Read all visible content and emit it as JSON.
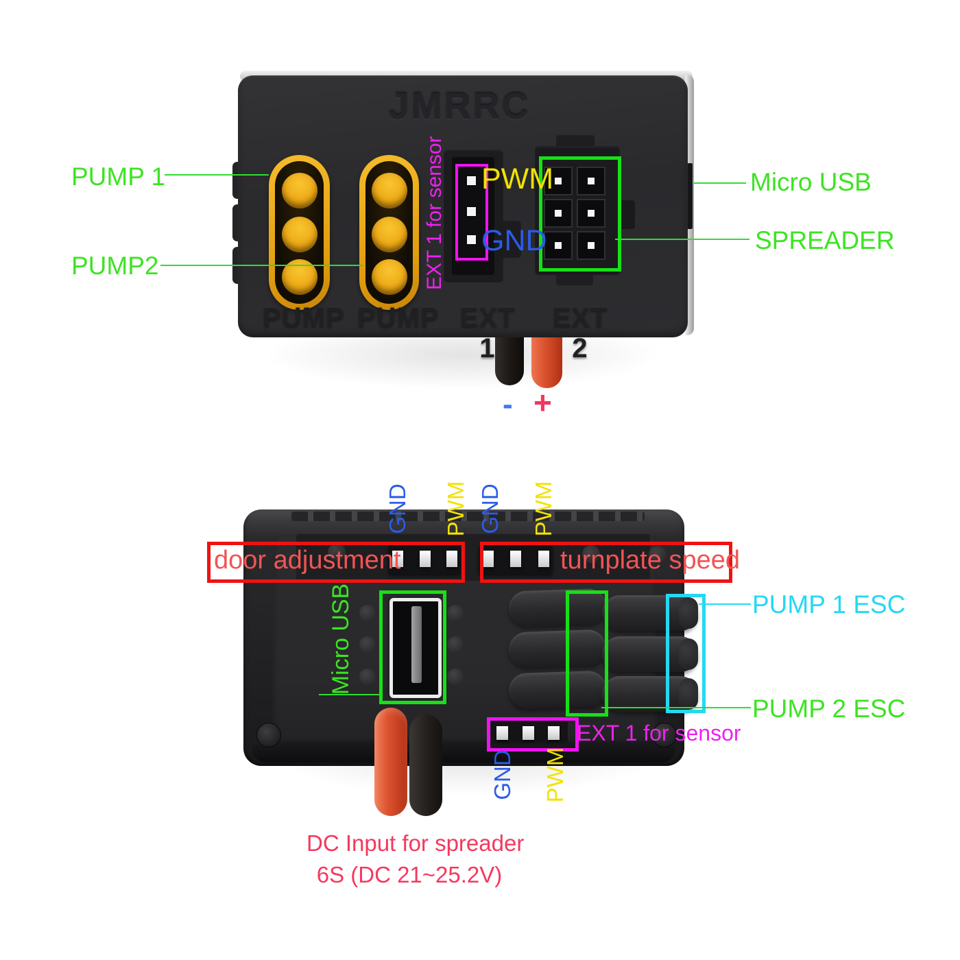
{
  "colors": {
    "callout_green": "#3ce422",
    "box_green": "#17e017",
    "magenta": "#ee22ee",
    "yellow": "#f2e205",
    "blue": "#2b5ce8",
    "box_red": "#f01212",
    "text_red": "#f25454",
    "cyan": "#24d8f2",
    "pink_red": "#f4395e",
    "connector_yellow": "#eeab16"
  },
  "top_view": {
    "brand": "JMRRC",
    "ports": [
      "PUMP",
      "PUMP",
      "EXT 1",
      "EXT 2"
    ],
    "callouts": {
      "pump1": "PUMP 1",
      "pump2": "PUMP2",
      "ext1_sensor": "EXT 1 for sensor",
      "pwm": "PWM",
      "gnd": "GND",
      "micro_usb": "Micro USB",
      "spreader": "SPREADER",
      "minus": "-",
      "plus": "+"
    }
  },
  "bottom_view": {
    "pin_labels": [
      "GND",
      "PWM",
      "GND",
      "PWM"
    ],
    "callouts": {
      "door_adjustment": "door adjustment",
      "turnplate_speed": "turnplate speed",
      "micro_usb": "Micro USB",
      "pump1_esc": "PUMP 1 ESC",
      "pump2_esc": "PUMP 2 ESC",
      "ext1_sensor": "EXT 1 for sensor",
      "gnd": "GND",
      "pwm": "PWM"
    },
    "caption": {
      "line1": "DC Input for spreader",
      "line2": "6S (DC 21~25.2V)"
    }
  }
}
